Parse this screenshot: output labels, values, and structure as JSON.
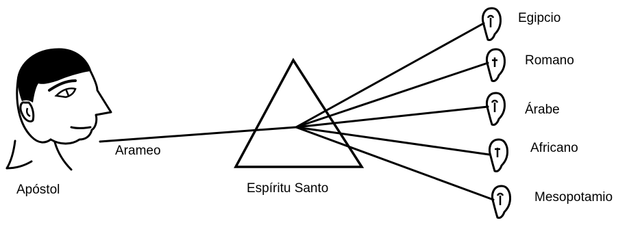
{
  "speaker": {
    "label": "Apóstol"
  },
  "spoken_language": {
    "label": "Arameo"
  },
  "prism": {
    "label": "Espíritu Santo"
  },
  "listeners": [
    {
      "label": "Egipcio"
    },
    {
      "label": "Romano"
    },
    {
      "label": "Árabe"
    },
    {
      "label": "Africano"
    },
    {
      "label": "Mesopotamio"
    }
  ],
  "colors": {
    "ink": "#000000",
    "paper": "#ffffff"
  }
}
